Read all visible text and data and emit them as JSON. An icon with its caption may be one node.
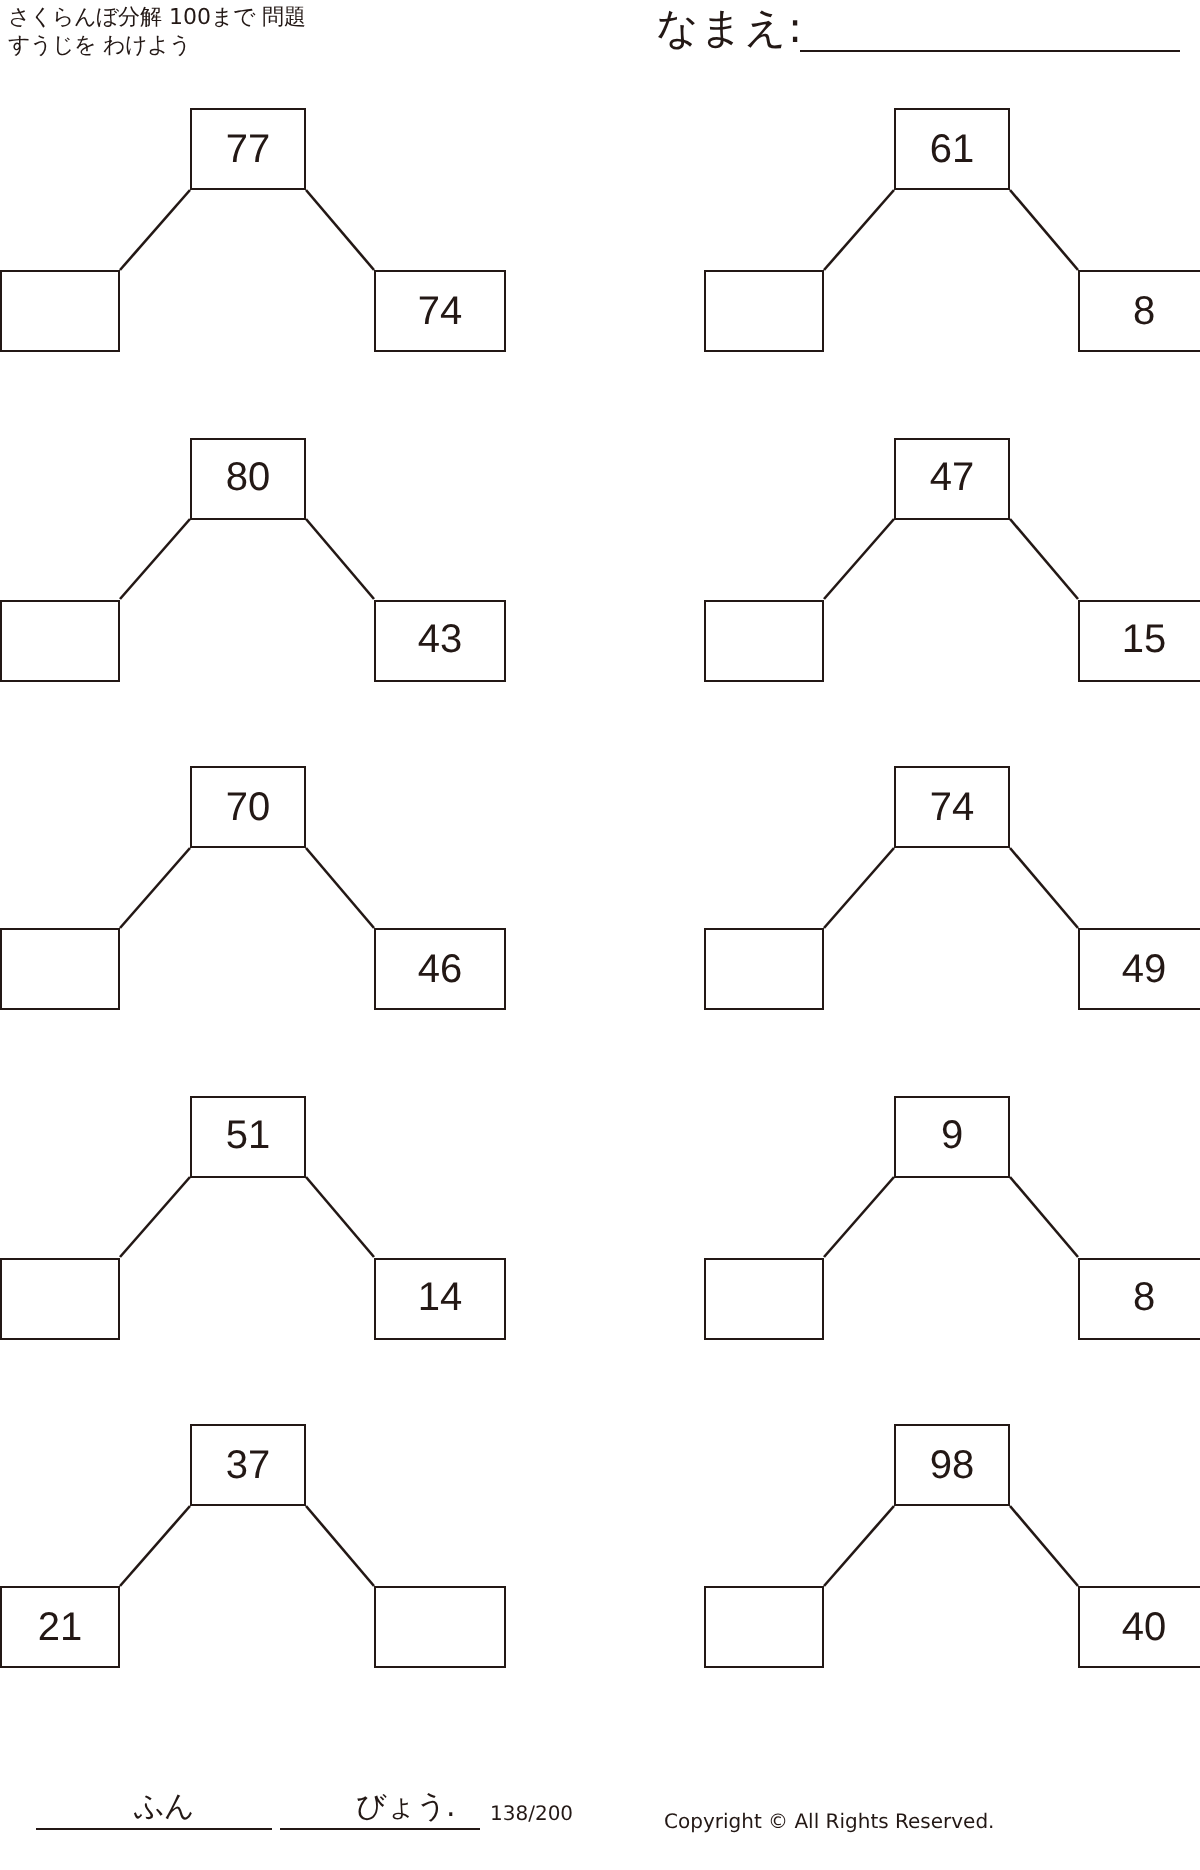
{
  "diagram": {
    "title": "さくらんぼ分解 100まで 問題",
    "nodes": [
      {
        "text": [
          "77"
        ]
      },
      {
        "text": [],
        "shape": "box"
      },
      {
        "text": [
          "74"
        ]
      },
      {
        "text": [
          "61"
        ]
      },
      {
        "text": [],
        "shape": "box"
      },
      {
        "text": [
          "8"
        ]
      },
      {
        "text": [
          "80"
        ]
      },
      {
        "text": [],
        "shape": "box"
      },
      {
        "text": [
          "43"
        ]
      },
      {
        "text": [
          "47"
        ]
      },
      {
        "text": [],
        "shape": "box"
      },
      {
        "text": [
          "15"
        ]
      },
      {
        "text": [
          "70"
        ]
      },
      {
        "text": [],
        "shape": "box"
      },
      {
        "text": [
          "46"
        ]
      },
      {
        "text": [
          "74"
        ]
      },
      {
        "text": [],
        "shape": "box"
      },
      {
        "text": [
          "49"
        ]
      },
      {
        "text": [
          "51"
        ]
      },
      {
        "text": [],
        "shape": "box"
      },
      {
        "text": [
          "14"
        ]
      },
      {
        "text": [
          "9"
        ]
      },
      {
        "text": [],
        "shape": "box"
      },
      {
        "text": [
          "8"
        ]
      },
      {
        "text": [
          "37"
        ]
      },
      {
        "text": [
          "21"
        ]
      },
      {
        "text": [],
        "shape": "box"
      },
      {
        "text": [
          "98"
        ]
      },
      {
        "text": [],
        "shape": "box"
      },
      {
        "text": [
          "40"
        ]
      }
    ],
    "edges": [
      {
        "from": 0,
        "to": 1,
        "arrow": "none"
      },
      {
        "from": 0,
        "to": 2,
        "arrow": "none"
      },
      {
        "from": 3,
        "to": 4,
        "arrow": "none"
      },
      {
        "from": 3,
        "to": 5,
        "arrow": "none"
      },
      {
        "from": 6,
        "to": 7,
        "arrow": "none"
      },
      {
        "from": 6,
        "to": 8,
        "arrow": "none"
      },
      {
        "from": 9,
        "to": 10,
        "arrow": "none"
      },
      {
        "from": 9,
        "to": 11,
        "arrow": "none"
      },
      {
        "from": 12,
        "to": 13,
        "arrow": "none"
      },
      {
        "from": 12,
        "to": 14,
        "arrow": "none"
      },
      {
        "from": 15,
        "to": 16,
        "arrow": "none"
      },
      {
        "from": 15,
        "to": 17,
        "arrow": "none"
      },
      {
        "from": 18,
        "to": 19,
        "arrow": "none"
      },
      {
        "from": 18,
        "to": 20,
        "arrow": "none"
      },
      {
        "from": 21,
        "to": 22,
        "arrow": "none"
      },
      {
        "from": 21,
        "to": 23,
        "arrow": "none"
      },
      {
        "from": 24,
        "to": 25,
        "arrow": "none"
      },
      {
        "from": 24,
        "to": 26,
        "arrow": "none"
      },
      {
        "from": 27,
        "to": 28,
        "arrow": "none"
      },
      {
        "from": 27,
        "to": 29,
        "arrow": "none"
      }
    ],
    "labels": [
      "すうじを わけよう",
      "なまえ:",
      "ふん",
      "びょう.",
      "138/200",
      "Copyright © All Rights Reserved."
    ]
  }
}
